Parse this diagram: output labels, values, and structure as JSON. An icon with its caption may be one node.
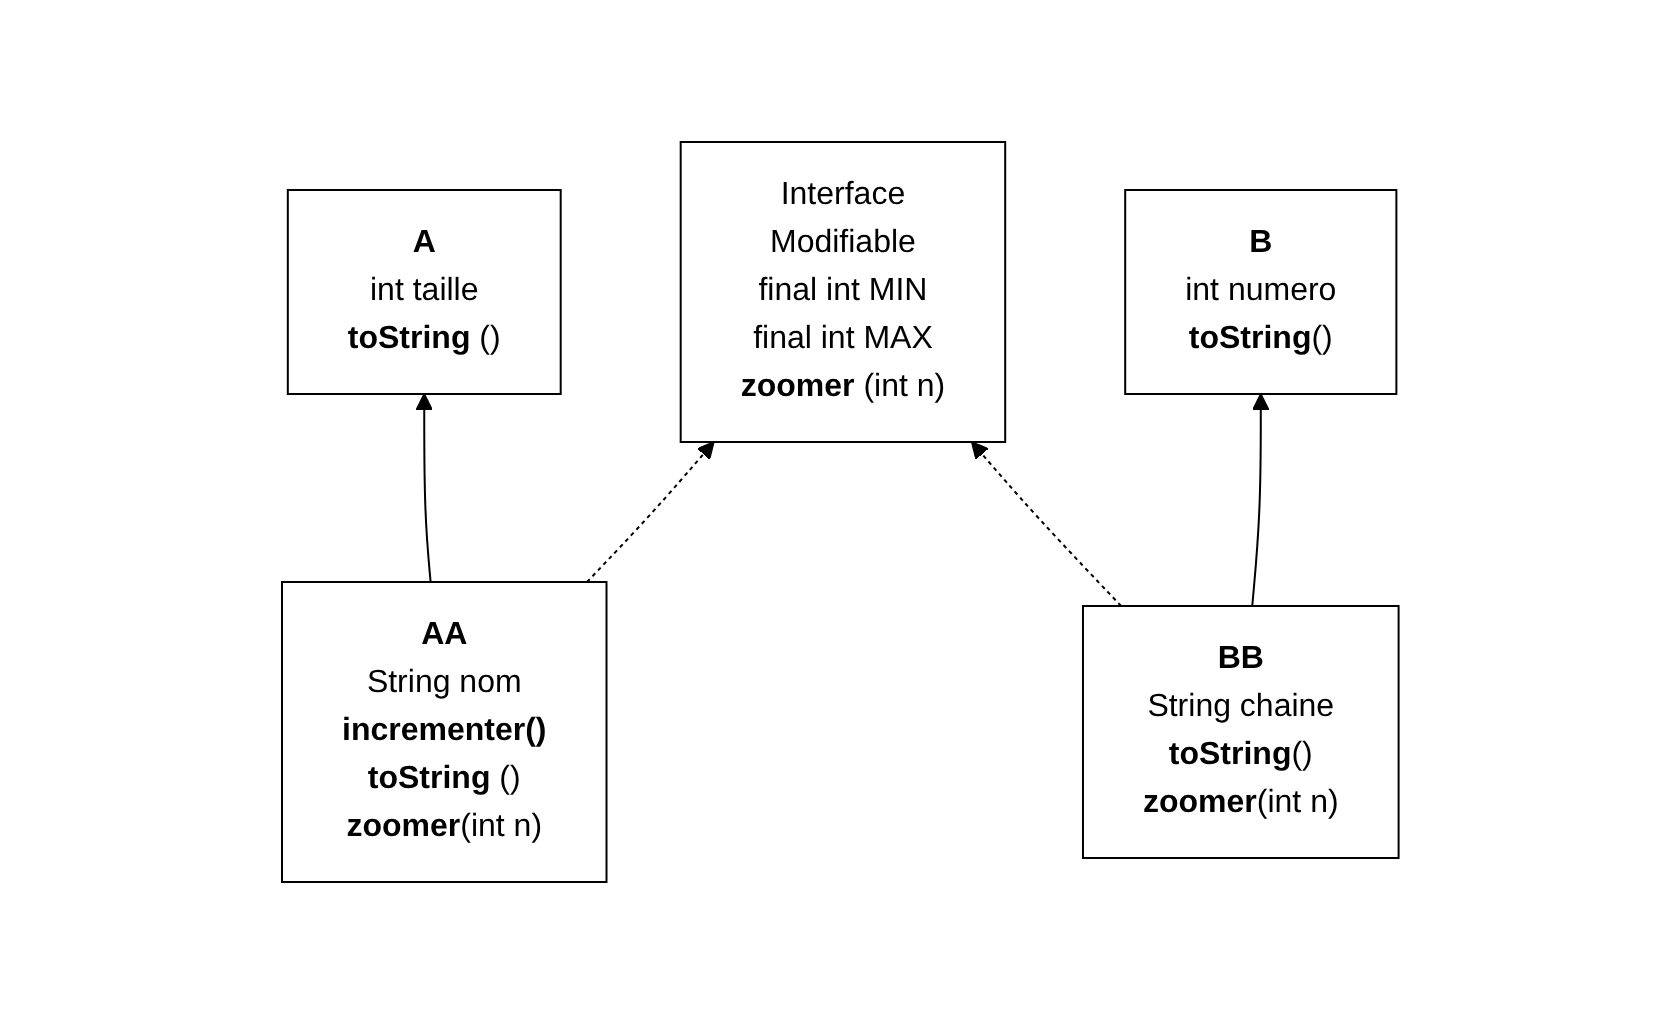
{
  "diagram": {
    "nodes": [
      {
        "text": [
          "**A**",
          "int taille",
          "**toString** ()"
        ]
      },
      {
        "text": [
          "**B**",
          "int numero",
          "**toString**()"
        ]
      },
      {
        "text": [
          "Interface",
          "Modifiable",
          "final int MIN",
          "final int MAX",
          "**zoomer**   (int n)"
        ]
      },
      {
        "text": [
          "**AA**",
          "String nom",
          "**incrementer()**",
          "**toString** ()",
          "**zoomer**(int n)"
        ]
      },
      {
        "text": [
          "**BB**",
          "String chaine",
          "**toString**()",
          "**zoomer**(int n)"
        ]
      }
    ],
    "edges": [
      {
        "from": 3,
        "to": 0,
        "arrow": "to"
      },
      {
        "from": 3,
        "to": 2,
        "arrow": "to",
        "style": "dashed"
      },
      {
        "from": 4,
        "to": 2,
        "arrow": "to",
        "style": "dashed"
      },
      {
        "from": 4,
        "to": 1,
        "arrow": "to"
      }
    ]
  }
}
